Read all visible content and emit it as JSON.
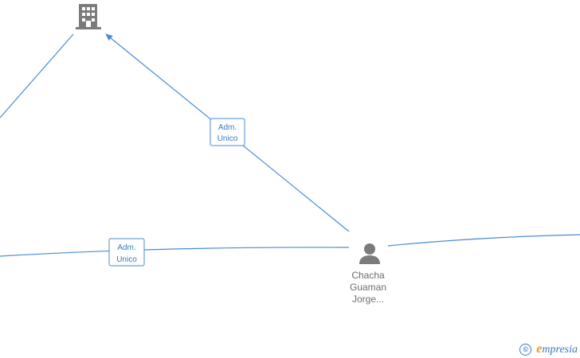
{
  "graph": {
    "nodes": [
      {
        "id": "company",
        "type": "company",
        "icon": "building-icon",
        "label": ""
      },
      {
        "id": "person",
        "type": "person",
        "icon": "person-icon",
        "label_lines": [
          "Chacha",
          "Guaman",
          "Jorge..."
        ]
      }
    ],
    "edges": [
      {
        "id": "edge-person-company",
        "label_lines": [
          "Adm.",
          "Unico"
        ]
      },
      {
        "id": "edge-left-person",
        "label_lines": [
          "Adm.",
          "Unico"
        ]
      }
    ]
  },
  "footer": {
    "copyright_symbol": "©",
    "brand_initial": "e",
    "brand_rest": "mpresia"
  },
  "colors": {
    "edge": "#4a8ad6",
    "icon": "#7b7b7b",
    "label_text": "#6e6e6e",
    "brand_blue": "#3a78c4",
    "brand_orange": "#e39b1c"
  }
}
